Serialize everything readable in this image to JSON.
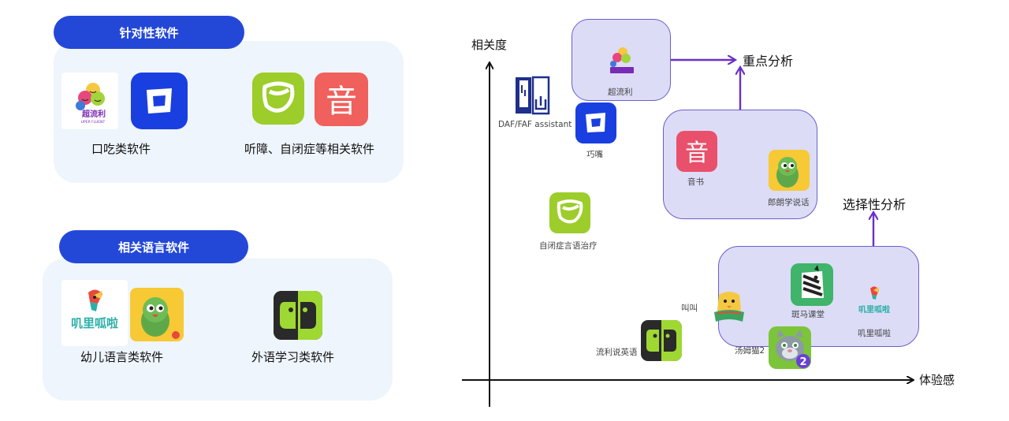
{
  "colors": {
    "pill": "#2348d8",
    "panel": "#eef5fc",
    "box": "#dcdcf7",
    "arrow": "#6a2fc9"
  },
  "left": {
    "targeted": {
      "title": "针对性软件",
      "groups": [
        {
          "label": "口吃类软件"
        },
        {
          "label": "听障、自闭症等相关软件"
        }
      ]
    },
    "related": {
      "title": "相关语言软件",
      "groups": [
        {
          "label": "幼儿语言类软件"
        },
        {
          "label": "外语学习类软件"
        }
      ]
    }
  },
  "chart": {
    "y_axis": "相关度",
    "x_axis": "体验感",
    "targets": {
      "key": "重点分析",
      "optional": "选择性分析"
    },
    "apps": {
      "chaoliuli": "超流利",
      "daf": "DAF/FAF assistant",
      "qiaozui": "巧嘴",
      "yinshu": "音书",
      "langlang": "郎朗学说话",
      "zibi": "自闭症言语治疗",
      "jiaojiao": "叫叫",
      "banma": "斑马课堂",
      "jili": "叽里呱啦",
      "liulishuo": "流利说英语",
      "tom": "汤姆猫2"
    },
    "icon_text": {
      "chaoliuli_logo": "超流利",
      "chaoliuli_sub": "UPER FLUENT",
      "jili_logo": "叽里呱啦",
      "yinshu_glyph": "音",
      "tom_badge": "2"
    }
  }
}
